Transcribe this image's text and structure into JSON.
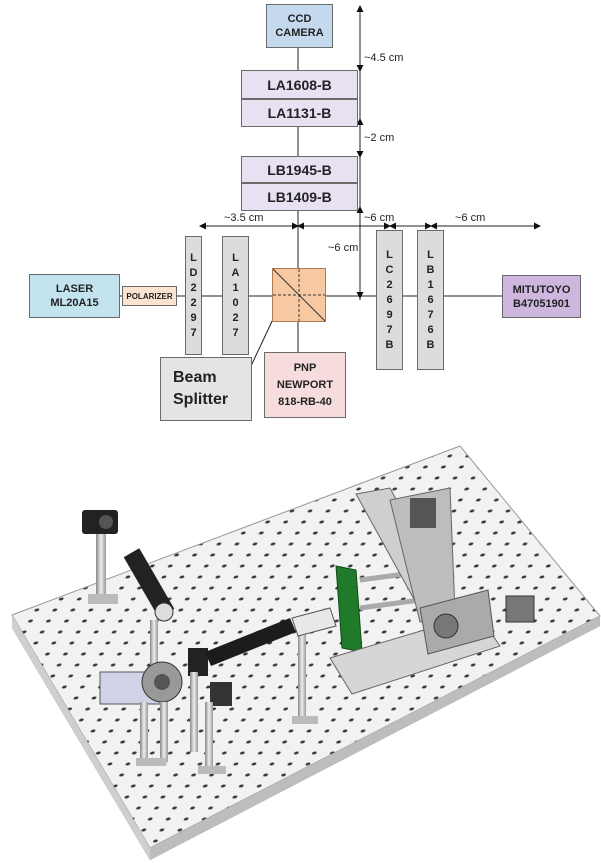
{
  "diagram": {
    "camera": [
      "CCD",
      "CAMERA"
    ],
    "lens_top1": "LA1608-B",
    "lens_top2": "LA1131-B",
    "lens_mid1": "LB1945-B",
    "lens_mid2": "LB1409-B",
    "laser": [
      "LASER",
      "ML20A15"
    ],
    "polarizer": "POLARIZER",
    "ld2297": [
      "L",
      "D",
      "2",
      "2",
      "9",
      "7"
    ],
    "la1027": [
      "L",
      "A",
      "1",
      "0",
      "2",
      "7"
    ],
    "lc2697b": [
      "L",
      "C",
      "2",
      "6",
      "9",
      "7",
      "B"
    ],
    "lb1676b": [
      "L",
      "B",
      "1",
      "6",
      "7",
      "6",
      "B"
    ],
    "mitutoyo": [
      "MITUTOYO",
      "B47051901"
    ],
    "beam_splitter": [
      "Beam",
      "Splitter"
    ],
    "pnp": [
      "PNP",
      "NEWPORT",
      "818-RB-40"
    ],
    "dims": {
      "d45": "~4.5 cm",
      "d2": "~2 cm",
      "d35": "~3.5 cm",
      "d6a": "~6 cm",
      "d6b": "~6 cm",
      "d6c": "~6 cm"
    },
    "colors": {
      "camera": "#c5d9ee",
      "laser": "#c3e4ef",
      "polarizer": "#fbe3cf",
      "lens": "#e8e1f2",
      "cube": "#f7c9a2",
      "pnp": "#f6dcdc",
      "mitutoyo": "#cdb7de",
      "splitter": "#e4e4e4"
    }
  }
}
